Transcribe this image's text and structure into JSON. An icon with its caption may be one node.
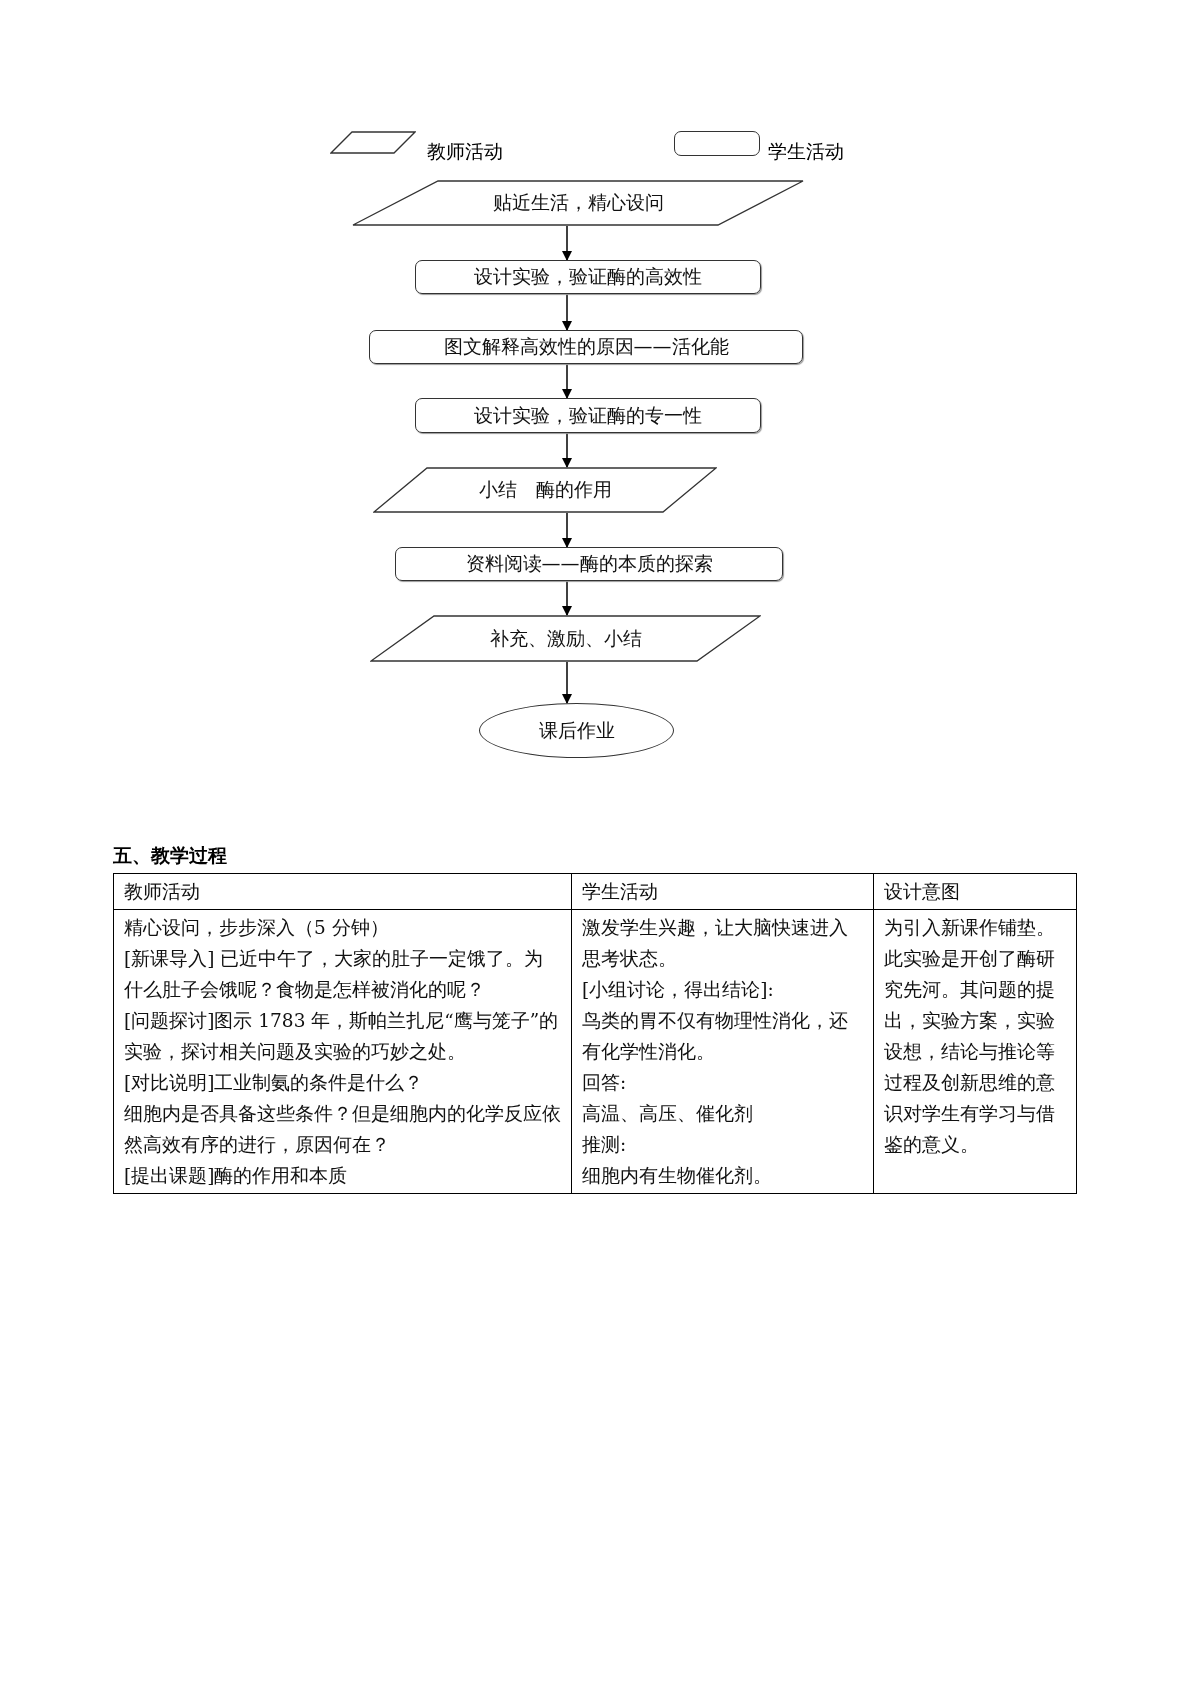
{
  "diagram": {
    "nodes": [
      {
        "text": [
          "贴近生活，精心设问"
        ]
      },
      {
        "text": [
          "设计实验，验证酶的高效性"
        ]
      },
      {
        "text": [
          "图文解释高效性的原因——活化能"
        ]
      },
      {
        "text": [
          "设计实验，验证酶的专一性"
        ]
      },
      {
        "text": [
          "小结　酶的作用"
        ]
      },
      {
        "text": [
          "资料阅读——酶的本质的探索"
        ]
      },
      {
        "text": [
          "补充、激励、小结"
        ]
      },
      {
        "text": [
          "课后作业"
        ]
      }
    ],
    "edges": [
      {
        "from": 0,
        "to": 1,
        "arrow": "to"
      },
      {
        "from": 1,
        "to": 2,
        "arrow": "to"
      },
      {
        "from": 2,
        "to": 3,
        "arrow": "to"
      },
      {
        "from": 3,
        "to": 4,
        "arrow": "to"
      },
      {
        "from": 4,
        "to": 5,
        "arrow": "to"
      },
      {
        "from": 5,
        "to": 6,
        "arrow": "to"
      },
      {
        "from": 6,
        "to": 7,
        "arrow": "to"
      }
    ],
    "labels": [
      "五、教学过程",
      "教师活动",
      "学生活动",
      "设计意图",
      "精心设问，步步深入（5 分钟）",
      "[新课导入] 已近中午了，大家的肚子一定饿了。为什么肚子会饿呢？食物是怎样被消化的呢？",
      "[问题探讨]图示 1783 年，斯帕兰扎尼“鹰与笼子”的实验，探讨相关问题及实验的巧妙之处。",
      "[对比说明]工业制氨的条件是什么？",
      "细胞内是否具备这些条件？但是细胞内的化学反应依然高效有序的进行，原因何在？",
      "[提出课题]酶的作用和本质",
      "激发学生兴趣，让大脑快速进入思考状态。",
      "[小组讨论，得出结论]:",
      "鸟类的胃不仅有物理性消化，还有化学性消化。",
      "回答:",
      "高温、高压、催化剂",
      "推测:",
      "细胞内有生物催化剂。",
      "为引入新课作铺垫。此实验是开创了酶研究先河。其问题的提出，实验方案，实验设想，结论与推论等过程及创新思维的意识对学生有学习与借鉴的意义。"
    ],
    "legend": [
      {
        "text": "教师活动"
      },
      {
        "text": "学生活动"
      }
    ]
  }
}
